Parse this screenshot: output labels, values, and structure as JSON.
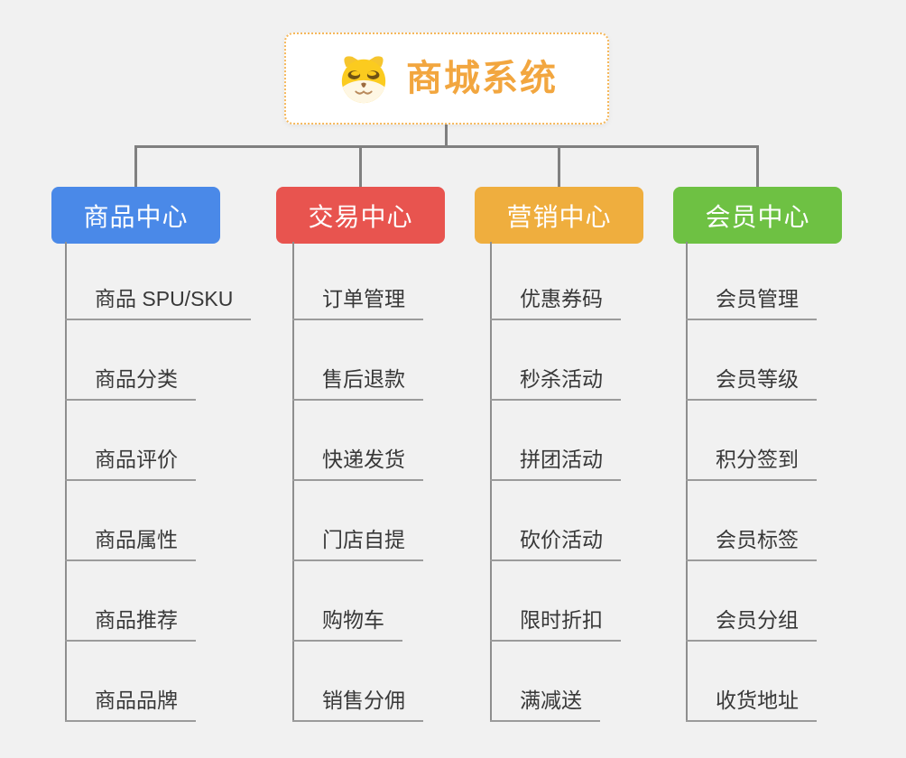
{
  "root": {
    "title": "商城系统",
    "icon": "doge-icon"
  },
  "branches": [
    {
      "label": "商品中心",
      "color": "#4A89E8",
      "items": [
        "商品 SPU/SKU",
        "商品分类",
        "商品评价",
        "商品属性",
        "商品推荐",
        "商品品牌"
      ]
    },
    {
      "label": "交易中心",
      "color": "#E8544F",
      "items": [
        "订单管理",
        "售后退款",
        "快递发货",
        "门店自提",
        "购物车",
        "销售分佣"
      ]
    },
    {
      "label": "营销中心",
      "color": "#EFAE3E",
      "items": [
        "优惠券码",
        "秒杀活动",
        "拼团活动",
        "砍价活动",
        "限时折扣",
        "满减送"
      ]
    },
    {
      "label": "会员中心",
      "color": "#6EC143",
      "items": [
        "会员管理",
        "会员等级",
        "积分签到",
        "会员标签",
        "会员分组",
        "收货地址"
      ]
    }
  ],
  "connector_color": "#808080",
  "root_accent_color": "#F2A63F"
}
